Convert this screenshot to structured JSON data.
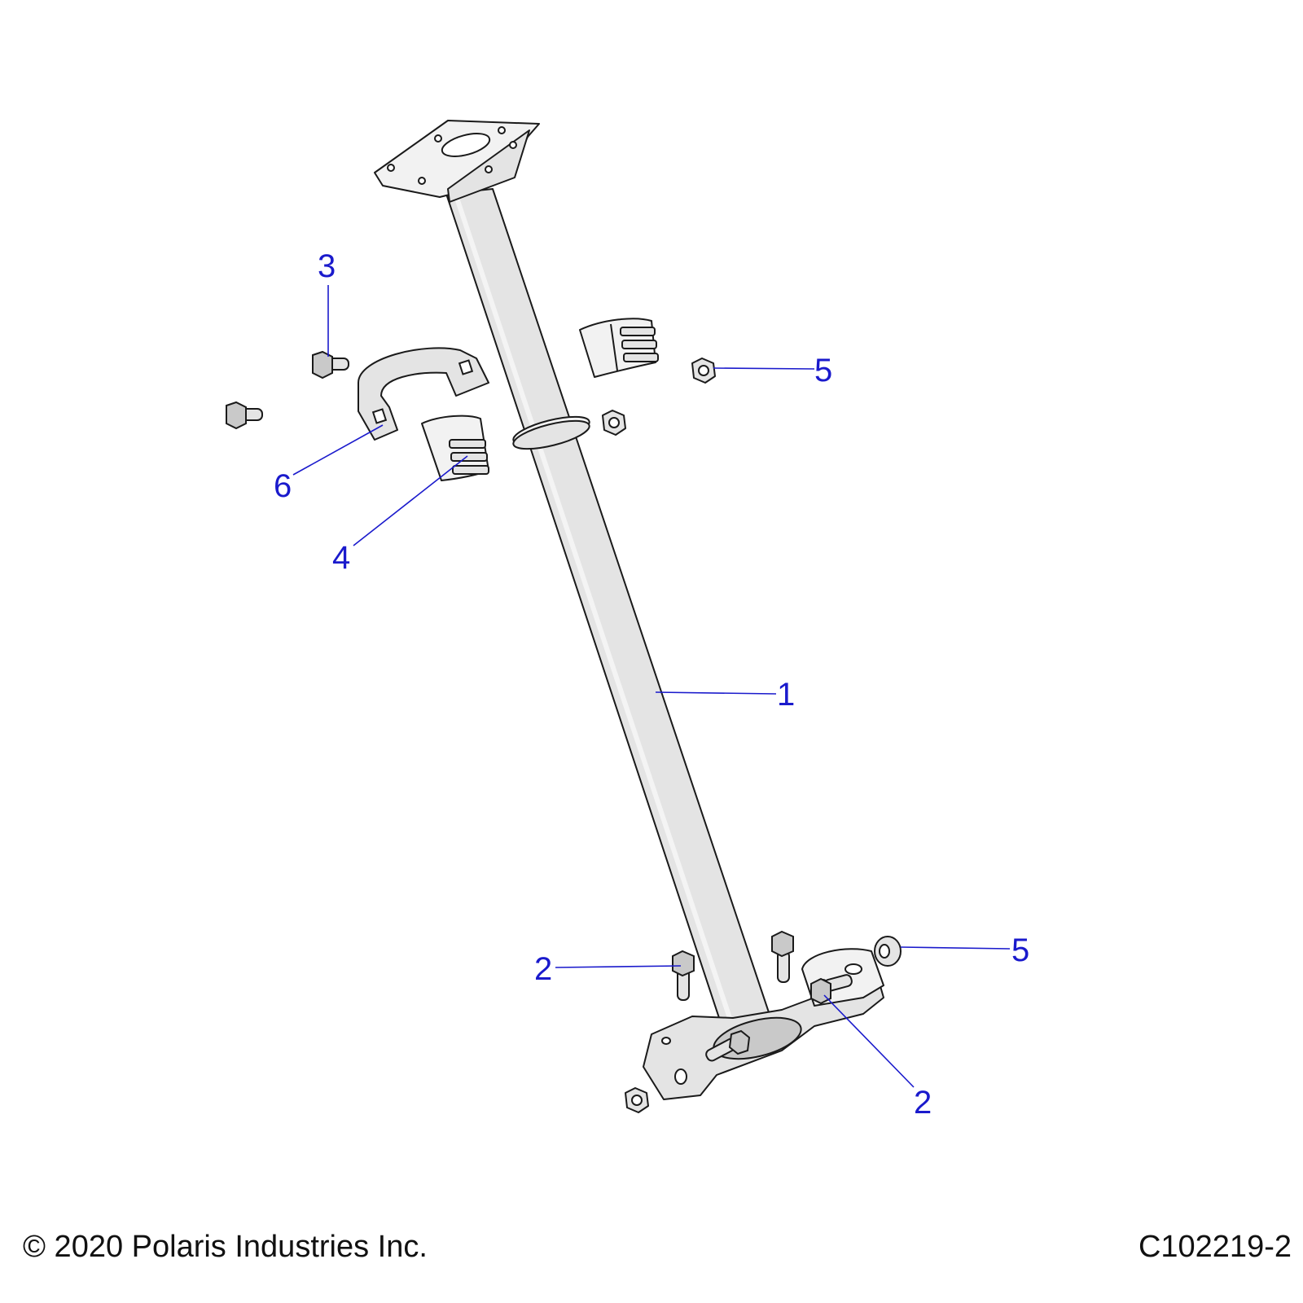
{
  "callouts": {
    "c1": "1",
    "c2_left": "2",
    "c2_right": "2",
    "c3": "3",
    "c4": "4",
    "c5_top": "5",
    "c5_bottom": "5",
    "c6": "6"
  },
  "footer": {
    "copyright": "© 2020 Polaris Industries Inc.",
    "drawing_id": "C102219-2"
  },
  "colors": {
    "callout": "#1a1acc",
    "part_fill": "#e4e4e4",
    "outline": "#1a1a1a"
  }
}
